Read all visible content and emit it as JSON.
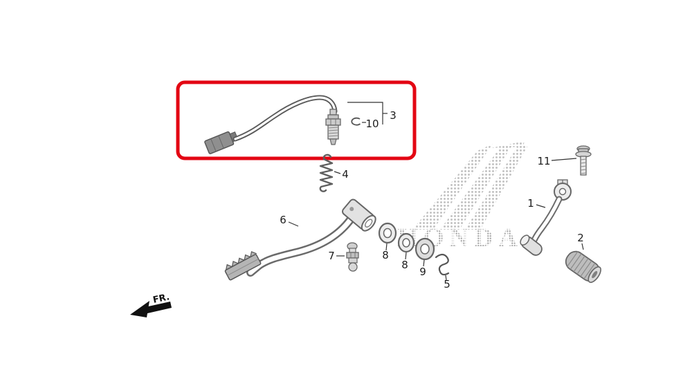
{
  "diagram": {
    "watermark": "HONDA",
    "direction_label": "FR.",
    "highlight_color": "#e30613",
    "labels": {
      "p1": "1",
      "p2": "2",
      "p3": "3",
      "p4": "4",
      "p5": "5",
      "p6": "6",
      "p7": "7",
      "p8a": "8",
      "p8b": "8",
      "p9": "9",
      "p10": "10",
      "p11": "11"
    }
  }
}
